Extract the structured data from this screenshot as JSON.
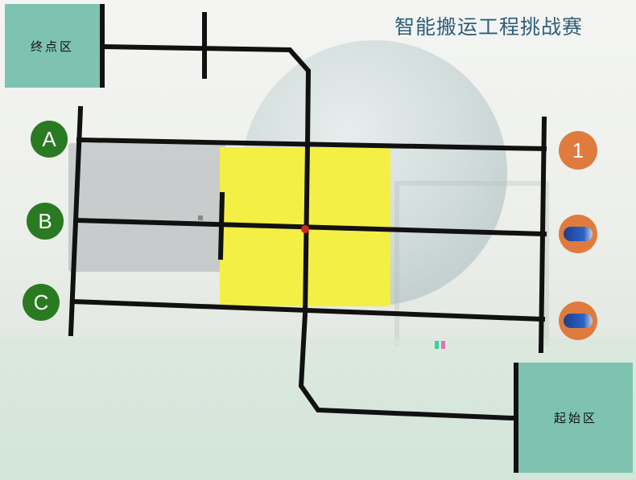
{
  "title": "智能搬运工程挑战赛",
  "zones": {
    "end_label": "终点区",
    "start_label": "起始区"
  },
  "lines": {
    "labels": [
      "A",
      "B",
      "C"
    ]
  },
  "stations": {
    "slot1_label": "1"
  },
  "colors": {
    "zone": "#7ec2b1",
    "line": "#111111",
    "target_area": "#f3ef45",
    "line_label_circle": "#2a7a22",
    "station_circle": "#e07b3e",
    "title_text": "#2e5d7a"
  }
}
